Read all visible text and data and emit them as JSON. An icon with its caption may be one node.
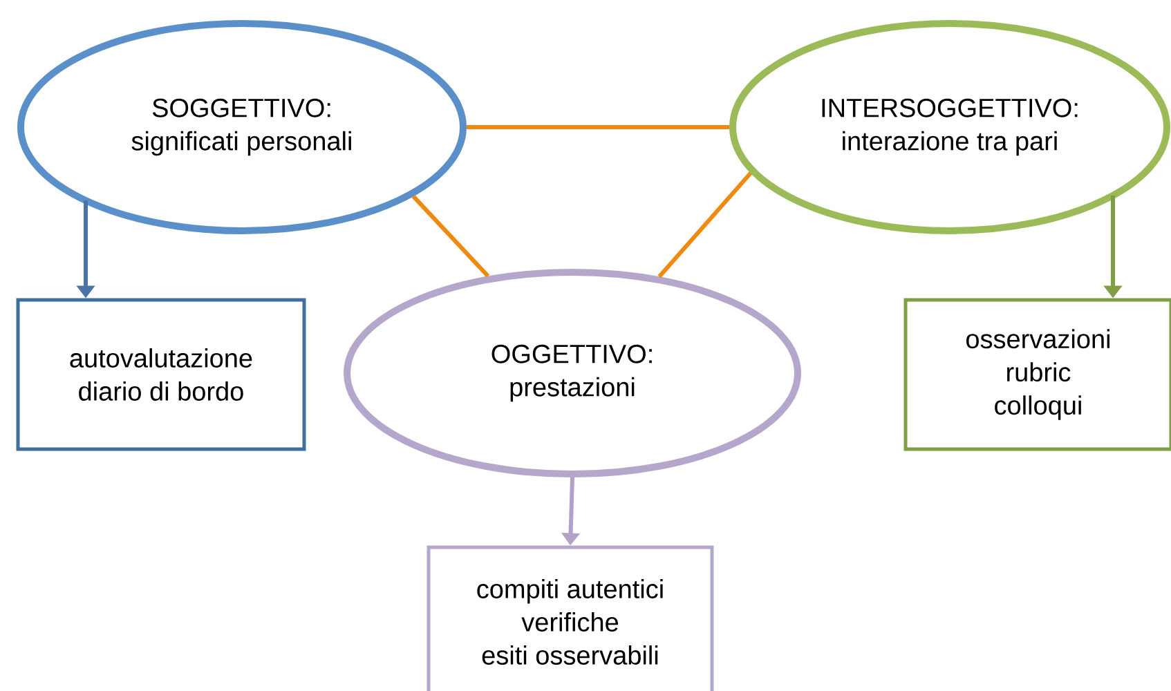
{
  "diagram": {
    "nodes": [
      {
        "text": [
          "SOGGETTIVO:",
          "significati personali"
        ]
      },
      {
        "text": [
          "INTERSOGGETTIVO:",
          "interazione tra pari"
        ]
      },
      {
        "text": [
          "autovalutazione",
          "diario di bordo"
        ]
      },
      {
        "text": [
          "OGGETTIVO:",
          "prestazioni"
        ]
      },
      {
        "text": [
          "osservazioni",
          "rubric",
          "colloqui"
        ]
      },
      {
        "text": [
          "compiti autentici",
          "verifiche",
          "esiti osservabili"
        ]
      }
    ],
    "edges": [
      {
        "from": 0,
        "to": 1,
        "arrow": "none"
      },
      {
        "from": 0,
        "to": 3,
        "arrow": "none"
      },
      {
        "from": 1,
        "to": 3,
        "arrow": "none"
      },
      {
        "from": 0,
        "to": 2,
        "arrow": "to",
        "color": "#4a74a8"
      },
      {
        "from": 1,
        "to": 4,
        "arrow": "to",
        "color": "#7f9e45"
      },
      {
        "from": 3,
        "to": 5,
        "arrow": "to",
        "color": "#b3a2c7"
      }
    ]
  }
}
